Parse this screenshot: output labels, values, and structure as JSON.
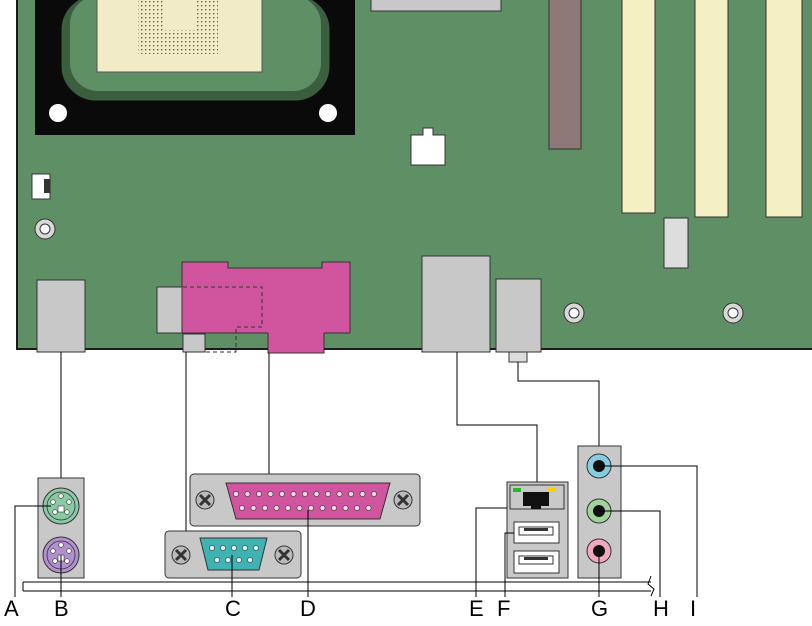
{
  "colors": {
    "board": "#5f8f65",
    "board_outline": "#1a1a1a",
    "socket_frame": "#0a0a0a",
    "socket_body": "#f2ebc8",
    "slot_cream": "#f5efc4",
    "slot_brown": "#8d7a78",
    "connector_gray": "#c8c8c8",
    "parallel_magenta": "#d0559e",
    "parallel_pin": "#f3d3e6",
    "serial_teal": "#3fb2b2",
    "ps2_mouse": "#89c9a5",
    "ps2_keyboard": "#b28fcf",
    "audio_line_in": "#86cde0",
    "audio_line_out": "#9fd39a",
    "audio_mic": "#f0a8bc",
    "lan_led_left": "#22bb22",
    "lan_led_right": "#ffd000"
  },
  "callouts": {
    "A": "A",
    "B": "B",
    "C": "C",
    "D": "D",
    "E": "E",
    "F": "F",
    "G": "G",
    "H": "H",
    "I": "I"
  },
  "icons": [
    "ps2-mouse-port-icon",
    "ps2-keyboard-port-icon",
    "serial-port-icon",
    "parallel-port-icon",
    "lan-port-icon",
    "usb-port-icon",
    "audio-line-in-jack-icon",
    "audio-line-out-jack-icon",
    "audio-mic-jack-icon"
  ]
}
